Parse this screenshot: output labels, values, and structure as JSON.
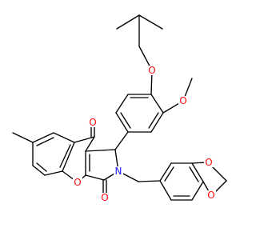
{
  "colors": {
    "bond": "#000000",
    "oxygen": "#ff0d0d",
    "nitrogen": "#2020ff",
    "background": "#ffffff"
  },
  "atoms": {
    "o_isobutoxy": "O",
    "o_methoxy": "O",
    "o_ketone": "O",
    "o_pyran": "O",
    "o_lactam": "O",
    "n_ring": "N",
    "o_dioxole_top": "O",
    "o_dioxole_bottom": "O"
  }
}
